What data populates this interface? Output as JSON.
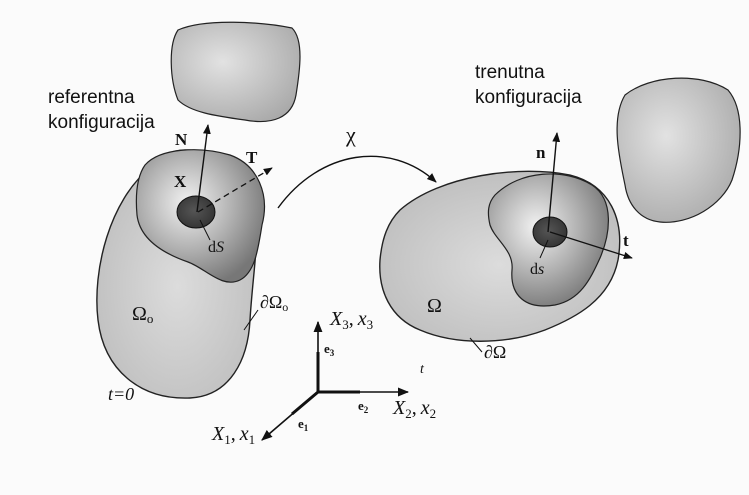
{
  "labels": {
    "reference_config_line1": "referentna",
    "reference_config_line2": "konfiguracija",
    "current_config_line1": "trenutna",
    "current_config_line2": "konfiguracija",
    "mapping": "χ",
    "normal_ref": "N",
    "traction_ref": "T",
    "position_ref": "X",
    "area_ref_d": "d",
    "area_ref_S": "S",
    "domain_ref": "Ω",
    "domain_ref_sub": "o",
    "boundary_ref": "∂Ω",
    "boundary_ref_sub": "o",
    "time_ref": "t=0",
    "normal_cur": "n",
    "traction_cur": "t",
    "area_cur_d": "d",
    "area_cur_s": "s",
    "domain_cur": "Ω",
    "boundary_cur": "∂Ω",
    "time_cur": "t",
    "axis3_X": "X",
    "axis3_Xsub": "3",
    "axis3_x": "x",
    "axis3_xsub": "3",
    "axis2_X": "X",
    "axis2_Xsub": "2",
    "axis2_x": "x",
    "axis2_xsub": "2",
    "axis1_X": "X",
    "axis1_Xsub": "1",
    "axis1_x": "x",
    "axis1_xsub": "1",
    "e3": "e",
    "e3_sub": "3",
    "e2": "e",
    "e2_sub": "2",
    "e1": "e",
    "e1_sub": "1",
    "comma": ","
  }
}
